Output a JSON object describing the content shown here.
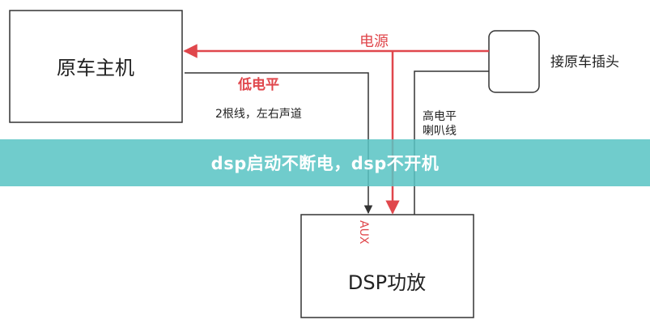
{
  "nodes": {
    "head_unit": "原车主机",
    "connector": "接原车插头",
    "dsp": "DSP功放"
  },
  "labels": {
    "power": "电源",
    "low_level": "低电平",
    "two_wires": "2根线，左右声道",
    "high_level_line1": "高电平",
    "high_level_line2": "喇叭线",
    "aux": "AUX"
  },
  "banner": {
    "text": "dsp启动不断电，dsp不开机"
  },
  "colors": {
    "power_line": "#e0474c",
    "signal_line": "#333333",
    "box_stroke": "#333333",
    "banner_bg": "#58c4c4"
  }
}
